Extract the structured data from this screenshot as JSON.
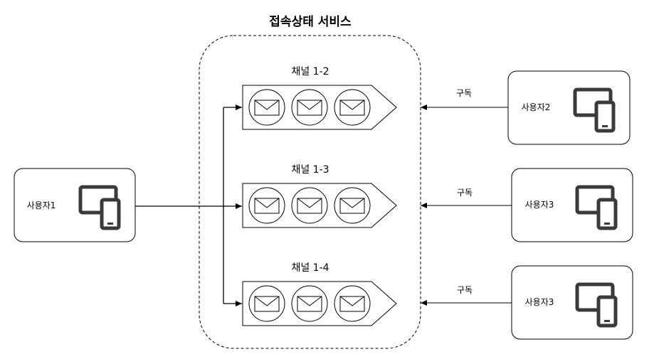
{
  "title": "접속상태 서비스",
  "publisher": {
    "label": "사용자1"
  },
  "channels": [
    {
      "label": "채널 1-2"
    },
    {
      "label": "채널 1-3"
    },
    {
      "label": "채널 1-4"
    }
  ],
  "subscribers": [
    {
      "label": "사용자2",
      "edge_label": "구독"
    },
    {
      "label": "사용자3",
      "edge_label": "구독"
    },
    {
      "label": "사용자3",
      "edge_label": "구독"
    }
  ],
  "icons": {
    "device": "tablet-phone-icon",
    "message": "envelope-icon"
  },
  "colors": {
    "stroke": "#000000",
    "fill": "#ffffff"
  }
}
